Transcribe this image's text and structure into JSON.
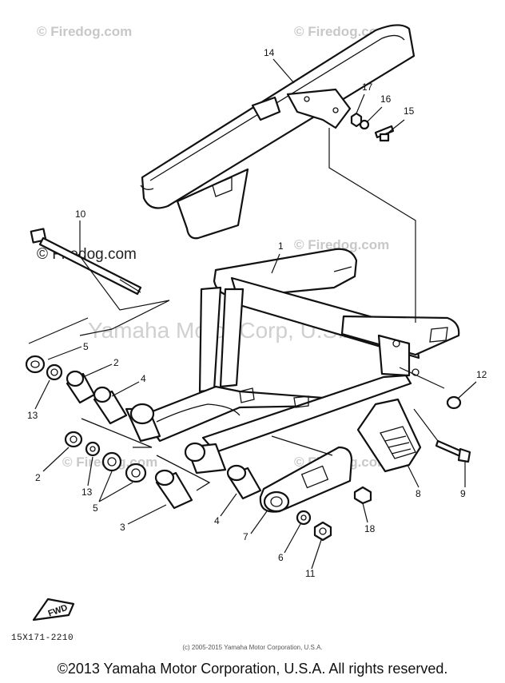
{
  "watermarks": [
    "© Firedog.com",
    "© Firedog.com",
    "© Firedog.com",
    "© Firedog.com",
    "© Firedog.com",
    "© Firedog.com"
  ],
  "big_watermark": "Yamaha Motor Corp, U.S.A.",
  "fwd_label": "FWD",
  "diagram_code": "15X171-2210",
  "small_copyright": "(c) 2005-2015 Yamaha Motor Corporation, U.S.A.",
  "copyright": "©2013 Yamaha Motor Corporation, U.S.A. All rights reserved.",
  "callouts": [
    "14",
    "17",
    "16",
    "15",
    "10",
    "1",
    "5",
    "2",
    "4",
    "12",
    "13",
    "2",
    "13",
    "5",
    "3",
    "4",
    "7",
    "6",
    "18",
    "11",
    "8",
    "9"
  ]
}
